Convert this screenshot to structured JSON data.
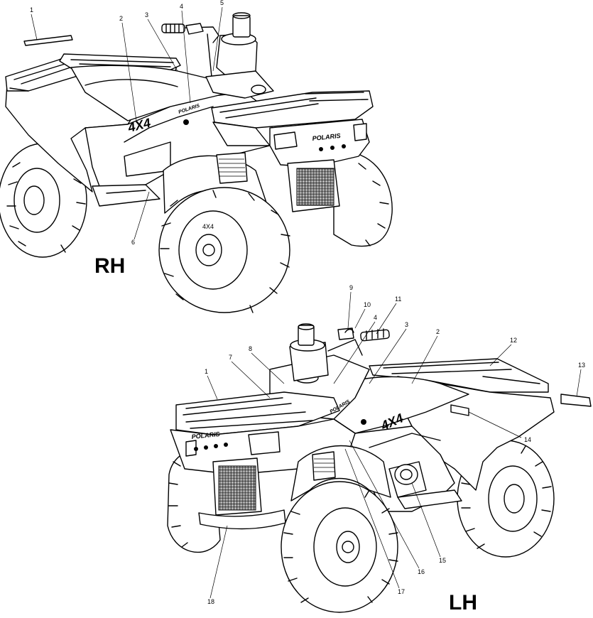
{
  "views": [
    {
      "id": "rh",
      "title": "RH",
      "callouts": [
        "1",
        "2",
        "3",
        "4",
        "5",
        "6"
      ]
    },
    {
      "id": "lh",
      "title": "LH",
      "callouts": [
        "1",
        "2",
        "3",
        "4",
        "7",
        "8",
        "9",
        "10",
        "11",
        "12",
        "13",
        "14",
        "15",
        "16",
        "17",
        "18"
      ]
    }
  ],
  "decals": {
    "model": "4X4",
    "brand": "POLARIS"
  }
}
